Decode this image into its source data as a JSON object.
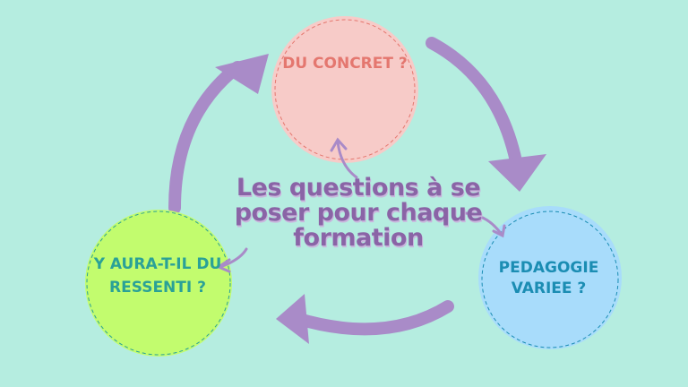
{
  "title": "Les questions à se poser pour chaque formation",
  "nodes": [
    {
      "label": "DU CONCRET ?",
      "fill": "#f7cbc8",
      "text_color": "#e4776f"
    },
    {
      "label": "PEDAGOGIE VARIEE ?",
      "fill": "#a8dcfb",
      "text_color": "#1b8db3"
    },
    {
      "label": "Y AURA-T-IL DU RESSENTI ?",
      "fill": "#c2fc6e",
      "text_color": "#2aa197"
    }
  ],
  "colors": {
    "background": "#b5ede0",
    "arrow": "#a98bc8"
  }
}
